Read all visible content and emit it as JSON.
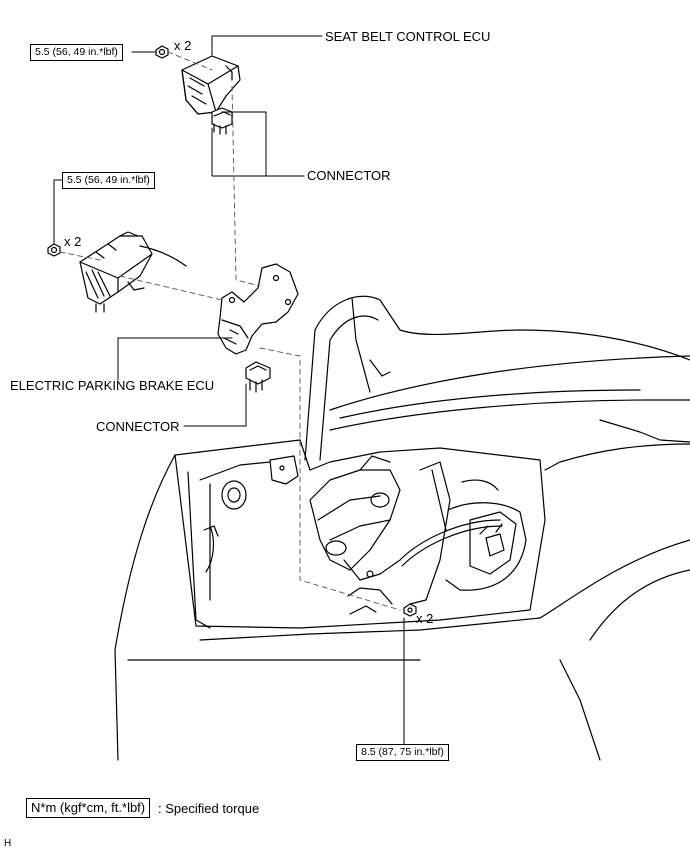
{
  "labels": {
    "seat_belt_ecu": "SEAT BELT CONTROL ECU",
    "connector_1": "CONNECTOR",
    "parking_brake_ecu": "ELECTRIC PARKING BRAKE ECU",
    "connector_2": "CONNECTOR"
  },
  "torque": {
    "seat_belt_ecu_nut": "5.5 (56, 49 in.*lbf)",
    "parking_brake_ecu_nut": "5.5 (56, 49 in.*lbf)",
    "bracket_nut": "8.5 (87, 75 in.*lbf)"
  },
  "quantities": {
    "seat_belt_ecu": "x 2",
    "parking_brake_ecu": "x 2",
    "bracket": "x 2"
  },
  "legend": {
    "unit_box": "N*m (kgf*cm, ft.*lbf)",
    "description": ": Specified torque"
  },
  "corner_mark": "H"
}
